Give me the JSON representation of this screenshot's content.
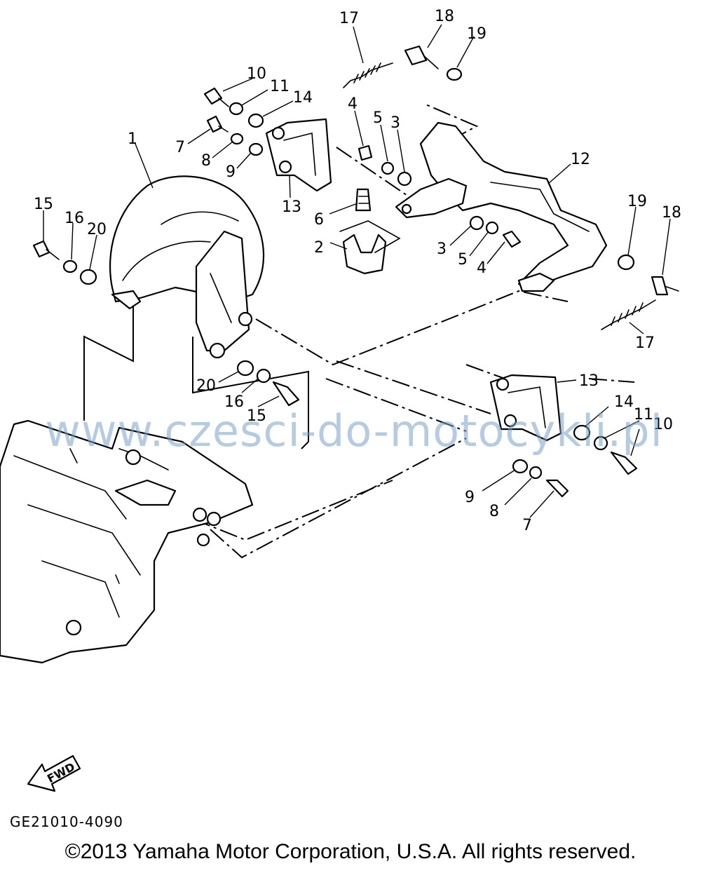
{
  "diagram": {
    "callouts": [
      "17",
      "18",
      "19",
      "10",
      "11",
      "14",
      "4",
      "5",
      "3",
      "7",
      "8",
      "9",
      "1",
      "13",
      "12",
      "15",
      "16",
      "20",
      "6",
      "2",
      "3",
      "5",
      "4",
      "19",
      "18",
      "17",
      "20",
      "16",
      "15",
      "13",
      "14",
      "11",
      "10",
      "9",
      "8",
      "7"
    ],
    "fwd_label": "FWD",
    "code": "GE21010-4090"
  },
  "watermark": "www.czesci-do-motocykli.pl",
  "copyright": "©2013 Yamaha Motor Corporation, U.S.A. All rights reserved."
}
